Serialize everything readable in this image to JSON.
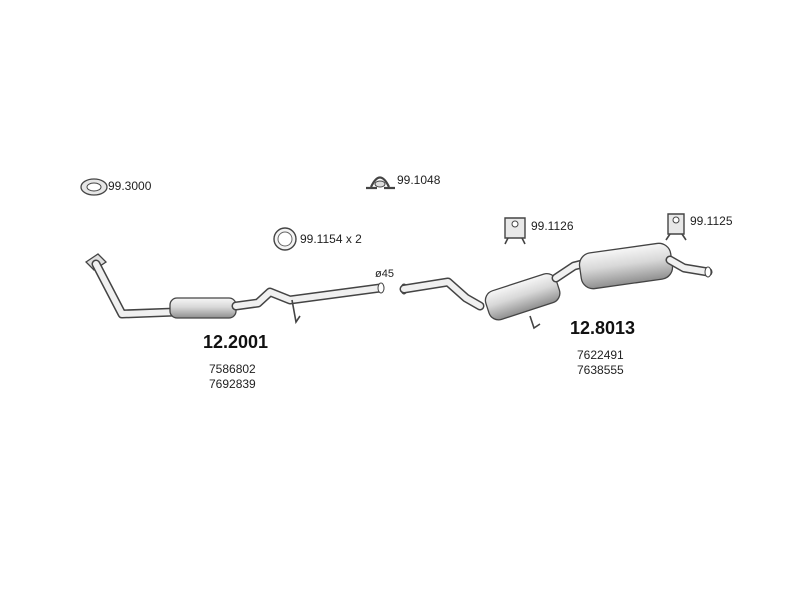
{
  "parts": {
    "gasket_ring": "99.3000",
    "clamp": "99.1048",
    "seal_ring": "99.1154 x 2",
    "rubber_mount_1": "99.1126",
    "rubber_mount_2": "99.1125"
  },
  "diameter_label": "ø45",
  "front_section": {
    "code": "12.2001",
    "oem_numbers": [
      "7586802",
      "7692839"
    ]
  },
  "rear_section": {
    "code": "12.8013",
    "oem_numbers": [
      "7622491",
      "7638555"
    ]
  },
  "colors": {
    "line": "#444444",
    "fill_light": "#f2f2f2",
    "fill_mid": "#d6d6d6",
    "fill_dark": "#a8a8a8"
  }
}
